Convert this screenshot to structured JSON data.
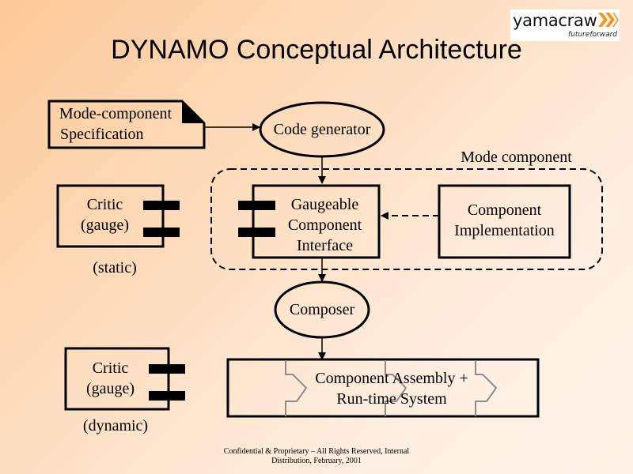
{
  "slide": {
    "title": "DYNAMO Conceptual Architecture",
    "logo": {
      "wordmark": "yamacraw",
      "tagline": "futureforward",
      "icon": "double-chevron-icon",
      "accent": "#f7941d"
    },
    "footer": {
      "line1": "Confidential & Proprietary – All Rights Reserved, Internal",
      "line2": "Distribution, February, 2001"
    }
  },
  "diagram": {
    "spec_note": {
      "line1": "Mode-component",
      "line2": "Specification"
    },
    "code_generator": "Code generator",
    "mode_component_label": "Mode component",
    "gauge_interface": {
      "line1": "Gaugeable",
      "line2": "Component",
      "line3": "Interface"
    },
    "implementation": {
      "line1": "Component",
      "line2": "Implementation"
    },
    "composer": "Composer",
    "assembly": {
      "line1": "Component Assembly +",
      "line2": "Run-time System"
    },
    "critic_static": {
      "line1": "Critic",
      "line2": "(gauge)",
      "caption": "(static)"
    },
    "critic_dynamic": {
      "line1": "Critic",
      "line2": "(gauge)",
      "caption": "(dynamic)"
    }
  }
}
